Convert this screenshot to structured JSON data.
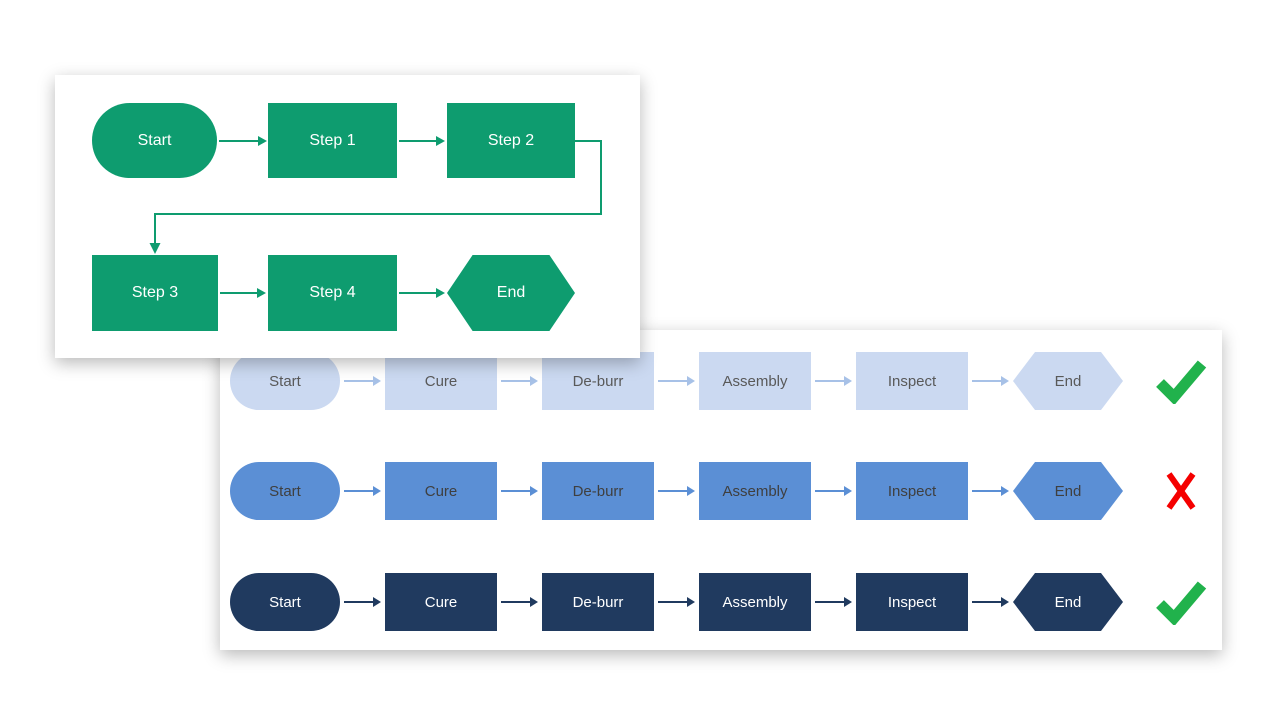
{
  "page": {
    "background": "#ffffff"
  },
  "flowchart_card": {
    "theme_color": "#0E9C6F",
    "nodes": [
      {
        "label": "Start",
        "shape": "stadium"
      },
      {
        "label": "Step 1",
        "shape": "rect"
      },
      {
        "label": "Step 2",
        "shape": "rect"
      },
      {
        "label": "Step 3",
        "shape": "rect"
      },
      {
        "label": "Step 4",
        "shape": "rect"
      },
      {
        "label": "End",
        "shape": "hexagon"
      }
    ]
  },
  "options_card": {
    "rows": [
      {
        "style": "light-blue",
        "fill": "#CBD9F1",
        "arrow_color": "#A7C1E7",
        "text_color": "#595959",
        "verdict": "check",
        "nodes": [
          "Start",
          "Cure",
          "De-burr",
          "Assembly",
          "Inspect",
          "End"
        ]
      },
      {
        "style": "medium-blue",
        "fill": "#5B8FD5",
        "arrow_color": "#5B8FD5",
        "text_color": "#3F3F3F",
        "verdict": "cross",
        "nodes": [
          "Start",
          "Cure",
          "De-burr",
          "Assembly",
          "Inspect",
          "End"
        ]
      },
      {
        "style": "dark-navy",
        "fill": "#203A5F",
        "arrow_color": "#203A5F",
        "text_color": "#FFFFFF",
        "verdict": "check",
        "nodes": [
          "Start",
          "Cure",
          "De-burr",
          "Assembly",
          "Inspect",
          "End"
        ]
      }
    ],
    "verdict_colors": {
      "check": "#21B24C",
      "cross": "#F50000"
    }
  }
}
